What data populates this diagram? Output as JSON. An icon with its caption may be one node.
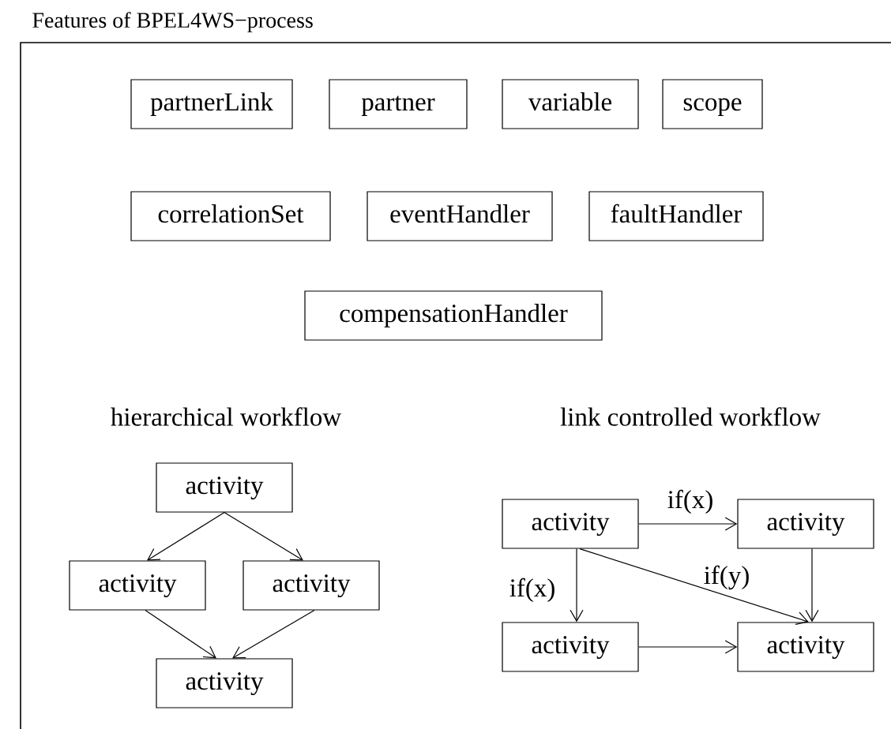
{
  "diagram": {
    "title": "Features of BPEL4WS−process",
    "nodes": [
      {
        "text": [
          "partnerLink"
        ]
      },
      {
        "text": [
          "partner"
        ]
      },
      {
        "text": [
          "variable"
        ]
      },
      {
        "text": [
          "scope"
        ]
      },
      {
        "text": [
          "correlationSet"
        ]
      },
      {
        "text": [
          "eventHandler"
        ]
      },
      {
        "text": [
          "faultHandler"
        ]
      },
      {
        "text": [
          "compensationHandler"
        ]
      },
      {
        "text": [
          "activity"
        ]
      },
      {
        "text": [
          "activity"
        ]
      },
      {
        "text": [
          "activity"
        ]
      },
      {
        "text": [
          "activity"
        ]
      },
      {
        "text": [
          "activity"
        ]
      },
      {
        "text": [
          "activity"
        ]
      },
      {
        "text": [
          "activity"
        ]
      },
      {
        "text": [
          "activity"
        ]
      }
    ],
    "edges": [
      {
        "from": 8,
        "to": 9,
        "arrow": "to"
      },
      {
        "from": 8,
        "to": 10,
        "arrow": "to"
      },
      {
        "from": 9,
        "to": 11,
        "arrow": "to"
      },
      {
        "from": 10,
        "to": 11,
        "arrow": "to"
      },
      {
        "from": 12,
        "to": 13,
        "arrow": "to",
        "label": "if(x)"
      },
      {
        "from": 12,
        "to": 14,
        "arrow": "to",
        "label": "if(x)"
      },
      {
        "from": 12,
        "to": 15,
        "arrow": "to",
        "label": "if(y)"
      },
      {
        "from": 13,
        "to": 15,
        "arrow": "to"
      },
      {
        "from": 14,
        "to": 15,
        "arrow": "to"
      }
    ],
    "labels": [
      "hierarchical workflow",
      "link controlled workflow"
    ]
  }
}
